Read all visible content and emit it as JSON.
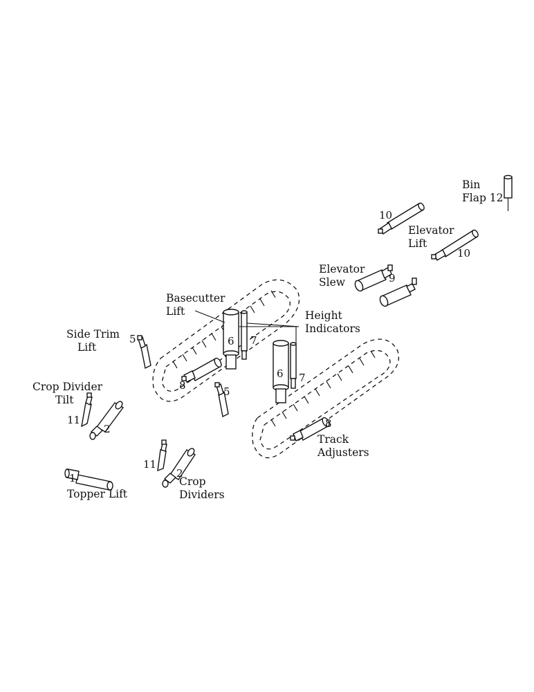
{
  "labels": {
    "bin_flap": [
      "Bin",
      "Flap 12"
    ],
    "elevator_lift": [
      "Elevator",
      "Lift"
    ],
    "elevator_slew": [
      "Elevator",
      "Slew"
    ],
    "basecutter_lift": [
      "Basecutter",
      "Lift"
    ],
    "height_indicators": [
      "Height",
      "Indicators"
    ],
    "side_trim_lift": [
      "Side Trim",
      "Lift"
    ],
    "crop_divider_tilt": [
      "Crop Divider",
      "Tilt"
    ],
    "topper_lift": "Topper Lift",
    "crop_dividers": [
      "Crop",
      "Dividers"
    ],
    "track_adjusters": [
      "Track",
      "Adjusters"
    ]
  },
  "numbers": {
    "n10_top": "10",
    "n10_lift": "10",
    "n9": "9",
    "n6_a": "6",
    "n7_a": "7",
    "n6_b": "6",
    "n7_b": "7",
    "n5_a": "5",
    "n5_b": "5",
    "n8_a": "8",
    "n8_b": "8",
    "n11_a": "11",
    "n2_a": "2",
    "n11_b": "11",
    "n2_b": "2",
    "n1": "1"
  }
}
